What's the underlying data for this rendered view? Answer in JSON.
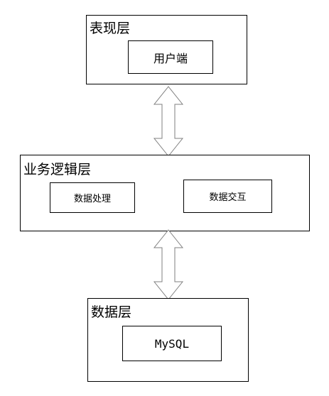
{
  "layers": {
    "presentation": {
      "title": "表现层",
      "modules": [
        "用户端"
      ]
    },
    "business": {
      "title": "业务逻辑层",
      "modules": [
        "数据处理",
        "数据交互"
      ]
    },
    "data": {
      "title": "数据层",
      "modules": [
        "MySQL"
      ]
    }
  },
  "colors": {
    "stroke": "#000000",
    "arrow_fill": "#ffffff",
    "arrow_stroke": "#7f7f7f"
  }
}
